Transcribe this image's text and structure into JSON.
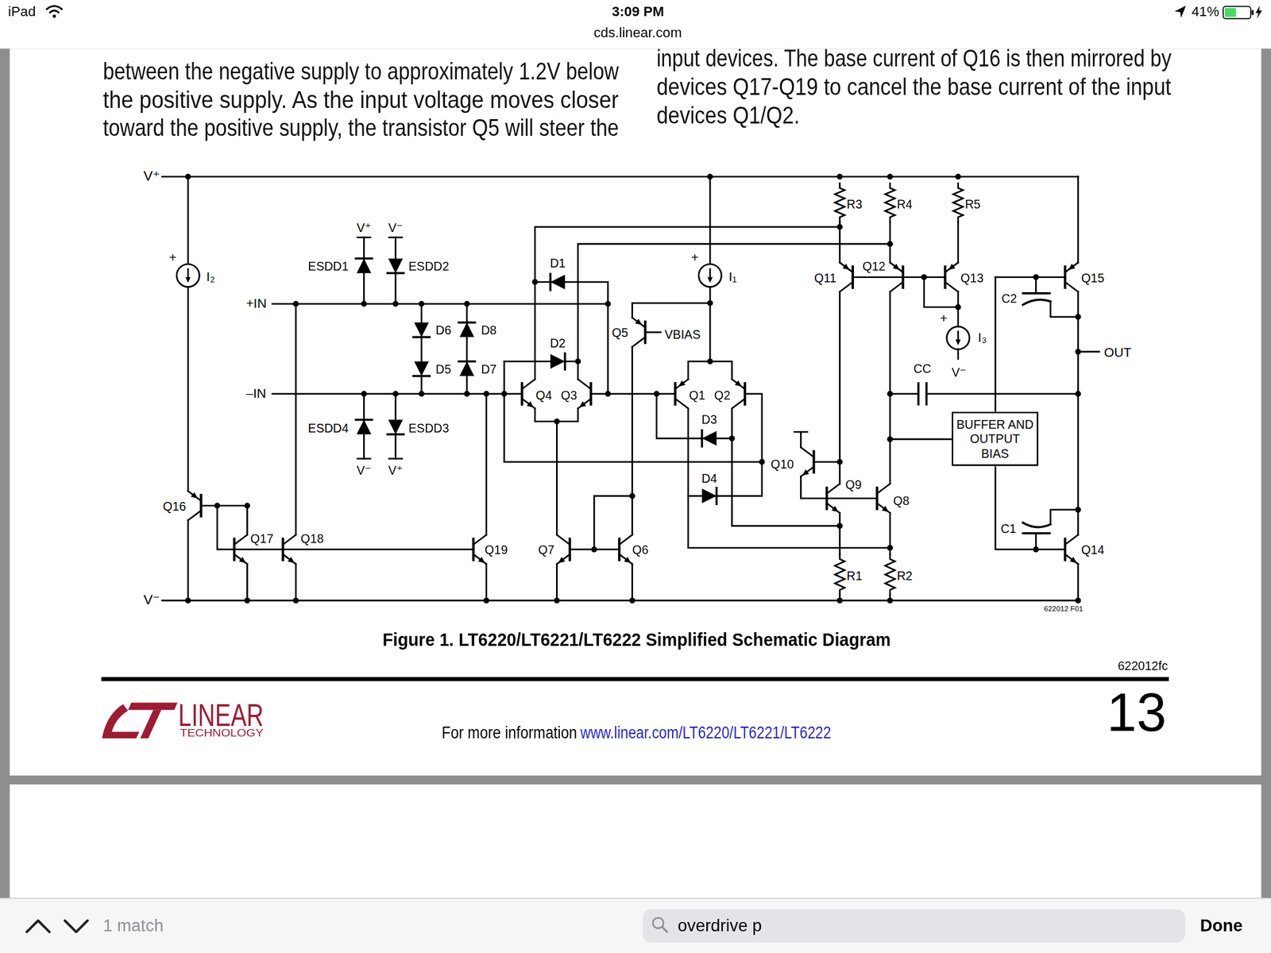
{
  "diagram": {
    "caption": "Figure 1. LT6220/LT6221/LT6222 Simplified Schematic Diagram",
    "nodes": [
      {
        "text": [
          "BUFFER AND OUTPUT BIAS"
        ]
      }
    ],
    "labels": [
      "iPad",
      "3:09 PM",
      "cds.linear.com",
      "41%",
      "between the negative supply to approximately 1.2V below",
      "the positive supply. As the input voltage moves closer",
      "toward the positive supply, the transistor Q5 will steer the",
      "input devices. The base current of Q16 is then mirrored by",
      "devices Q17-Q19 to cancel the base current of the input",
      "devices Q1/Q2.",
      "V⁺",
      "V⁻",
      "+IN",
      "–IN",
      "+",
      "I₂",
      "V⁺",
      "V⁻",
      "ESDD1",
      "ESDD2",
      "D6",
      "D8",
      "D5",
      "D7",
      "ESDD4",
      "ESDD3",
      "V⁻",
      "V⁺",
      "D1",
      "D2",
      "+",
      "I₁",
      "Q5",
      "VBIAS",
      "Q4",
      "Q3",
      "Q1",
      "Q2",
      "D3",
      "D4",
      "Q10",
      "Q9",
      "Q8",
      "R3",
      "R4",
      "R5",
      "Q11",
      "Q12",
      "Q13",
      "+",
      "I₃",
      "CC",
      "V⁻",
      "C2",
      "Q15",
      "OUT",
      "C1",
      "Q14",
      "Q16",
      "Q17",
      "Q18",
      "Q19",
      "Q7",
      "Q6",
      "R1",
      "R2",
      "622012 F01",
      "622012fc",
      "13",
      "LINEAR",
      "TECHNOLOGY",
      "For more information",
      "www.linear.com/LT6220/LT6221/LT6222",
      "1 match",
      "overdrive p",
      "Done"
    ]
  }
}
